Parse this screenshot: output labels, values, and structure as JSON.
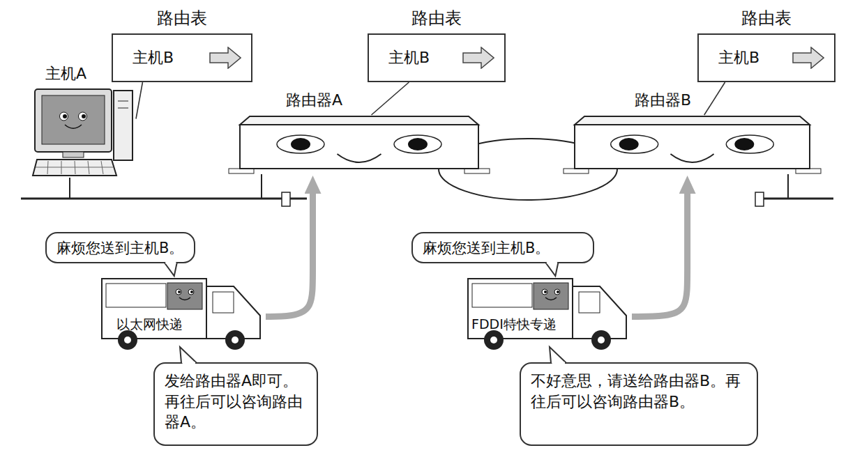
{
  "diagram": {
    "nodes": [
      {
        "text": [
          "路由表",
          "主机B"
        ]
      },
      {
        "text": [
          "路由表",
          "主机B"
        ]
      },
      {
        "text": [
          "路由表",
          "主机B"
        ]
      },
      {
        "text": [
          "主机A"
        ]
      },
      {
        "text": [
          "路由器A"
        ]
      },
      {
        "text": [
          "路由器B"
        ]
      },
      {
        "text": [
          "麻烦您送到主机B。"
        ]
      },
      {
        "text": [
          "麻烦您送到主机B。"
        ]
      },
      {
        "text": [
          "以太网快递"
        ]
      },
      {
        "text": [
          "FDDI特快专递"
        ]
      },
      {
        "text": [
          "发给路由器A即可。再往后可以咨询路由器A。"
        ]
      },
      {
        "text": [
          "不好意思，请送给路由器B。再往后可以咨询路由器B。"
        ]
      }
    ],
    "edges": [
      {
        "from": 0,
        "to": 3,
        "arrow": "none"
      },
      {
        "from": 1,
        "to": 4,
        "arrow": "none"
      },
      {
        "from": 2,
        "to": 5,
        "arrow": "none"
      },
      {
        "from": 8,
        "to": 4,
        "arrow": "to"
      },
      {
        "from": 9,
        "to": 5,
        "arrow": "to"
      }
    ]
  }
}
